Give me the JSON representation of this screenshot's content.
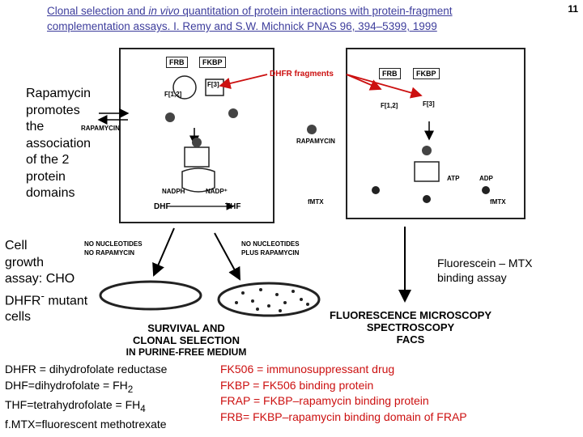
{
  "header": {
    "reference_line1_pre": "Clonal selection and ",
    "reference_line1_em": "in vivo",
    "reference_line1_post": " quantitation of protein interactions with protein-fragment",
    "reference_line2": "complementation assays. I. Remy and S.W. Michnick PNAS 96, 394–5399, 1999",
    "page_number": "11"
  },
  "left_labels": {
    "rapamycin_promotes": [
      "Rapamycin",
      "promotes",
      "the",
      "association",
      "of the 2",
      "protein",
      "domains"
    ],
    "cell_growth": [
      "Cell",
      "growth",
      "assay: CHO"
    ],
    "dhfr_pre": "DHFR",
    "dhfr_sup": "-",
    "dhfr_post": " mutant",
    "cells": "cells"
  },
  "right_label": [
    "Fluorescein – MTX",
    "binding assay"
  ],
  "diagram": {
    "dhfr_fragments": "DHFR fragments",
    "frb": "FRB",
    "fkbp": "FKBP",
    "f12": "F[1,2]",
    "f3": "F[3]",
    "rapamycin": "RAPAMYCIN",
    "nadph": "NADPH",
    "nadp": "NADP⁺",
    "dhf": "DHF",
    "thf": "THF",
    "fmtx": "fMTX",
    "atp": "ATP",
    "adp": "ADP",
    "no_nucleotides_no_rapa": [
      "NO NUCLEOTIDES",
      "NO RAPAMYCIN"
    ],
    "no_nucleotides_plus_rapa": [
      "NO NUCLEOTIDES",
      "PLUS RAPAMYCIN"
    ],
    "survival": [
      "SURVIVAL AND",
      "CLONAL SELECTION",
      "IN PURINE-FREE MEDIUM"
    ],
    "fluorescence": [
      "FLUORESCENCE MICROSCOPY",
      "SPECTROSCOPY",
      "FACS"
    ],
    "accent_red": "#cc1010"
  },
  "glossary": {
    "left": [
      "DHFR = dihydrofolate reductase",
      "DHF=dihydrofolate = FH",
      "THF=tetrahydrofolate = FH",
      "f.MTX=fluorescent methotrexate"
    ],
    "left_subs": [
      "",
      "2",
      "4",
      ""
    ],
    "right": [
      "FK506 = immunosuppressant drug",
      "FKBP = FK506 binding protein",
      "FRAP = FKBP–rapamycin binding protein",
      "FRB= FKBP–rapamycin binding domain of FRAP"
    ]
  }
}
